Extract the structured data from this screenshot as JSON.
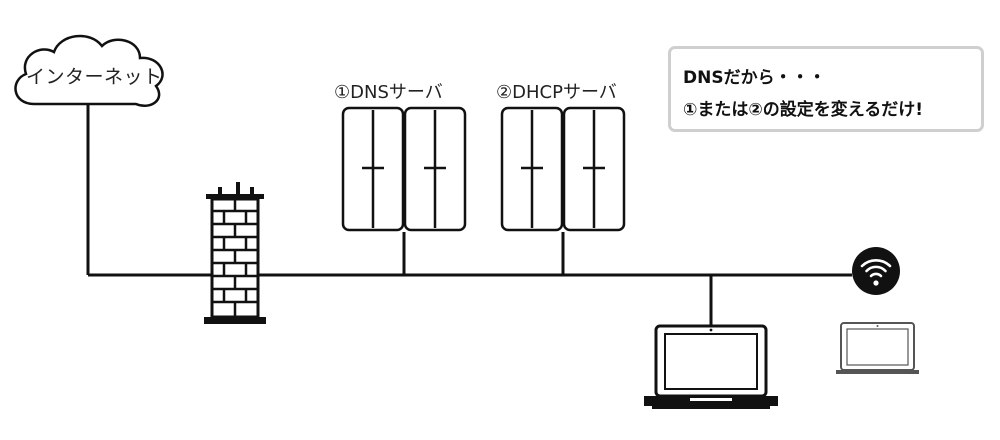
{
  "cloud": {
    "label": "インターネット"
  },
  "servers": [
    {
      "label": "①DNSサーバ"
    },
    {
      "label": "②DHCPサーバ"
    }
  ],
  "callout": {
    "line1": "DNSだから・・・",
    "line2": "①または②の設定を変えるだけ!"
  },
  "colors": {
    "line": "#111111",
    "server_fill": "#ffffff",
    "callout_border": "#cfcfcf"
  },
  "icons": [
    "cloud-icon",
    "firewall-icon",
    "server-rack-icon",
    "wifi-icon",
    "laptop-icon"
  ]
}
